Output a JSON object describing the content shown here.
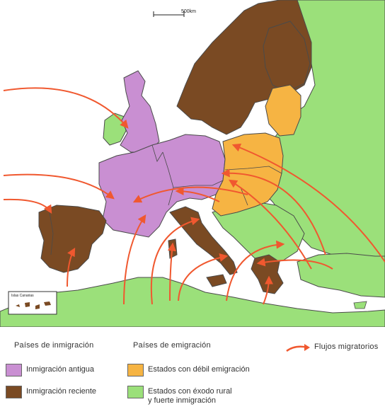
{
  "map": {
    "scale_label": "500km",
    "canary_label": "Islas Canarias"
  },
  "colors": {
    "sea": "#ffffff",
    "old_immigration": "#c98fd2",
    "recent_immigration": "#7a4a23",
    "weak_emigration": "#f6b443",
    "rural_exodus": "#9be07a",
    "arrow": "#f0582f",
    "border": "#4a4a4a"
  },
  "legend": {
    "immigration_heading": "Países de inmigración",
    "emigration_heading": "Países de emigración",
    "flows_label": "Flujos migratorios",
    "old_immigration": "Inmigración antigua",
    "recent_immigration": "Inmigración reciente",
    "weak_emigration": "Estados con débil emigración",
    "rural_exodus_line1": "Estados con éxodo rural",
    "rural_exodus_line2": "y fuerte inmigración"
  }
}
